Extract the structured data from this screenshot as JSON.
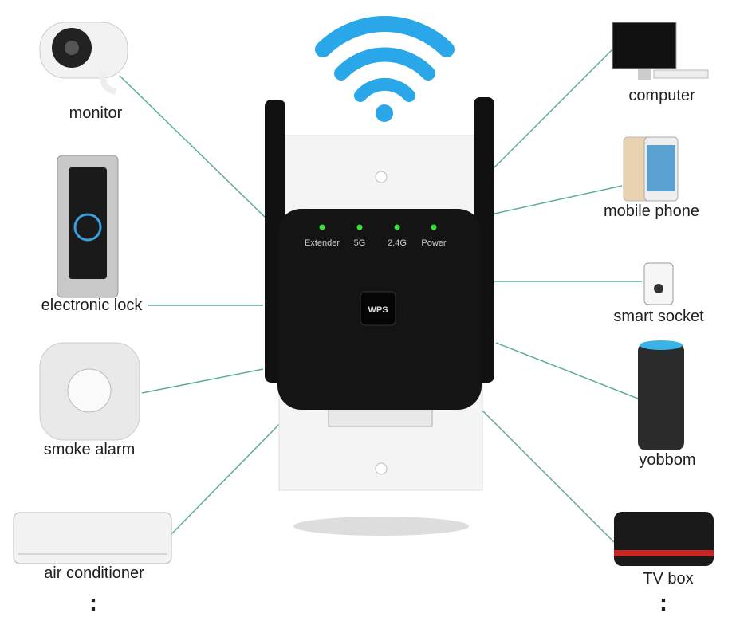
{
  "device": {
    "indicators": [
      "Extender",
      "5G",
      "2.4G",
      "Power"
    ],
    "wps_label": "WPS",
    "led_color": "#39e23a",
    "body_color": "#141414"
  },
  "wifi_icon": {
    "name": "wifi-icon",
    "color": "#2aa7e8"
  },
  "line_color": "#5fae93",
  "devices_left": [
    {
      "label": "monitor",
      "icon": "security-camera-icon"
    },
    {
      "label": "electronic lock",
      "icon": "video-doorbell-icon"
    },
    {
      "label": "smoke alarm",
      "icon": "smoke-alarm-icon"
    },
    {
      "label": "air conditioner",
      "icon": "air-conditioner-icon"
    }
  ],
  "devices_right": [
    {
      "label": "computer",
      "icon": "desktop-computer-icon"
    },
    {
      "label": "mobile phone",
      "icon": "smartphone-icon"
    },
    {
      "label": "smart socket",
      "icon": "smart-plug-icon"
    },
    {
      "label": "yobbom",
      "icon": "smart-speaker-icon"
    },
    {
      "label": "TV box",
      "icon": "tv-box-icon"
    }
  ],
  "more_indicator": ":"
}
